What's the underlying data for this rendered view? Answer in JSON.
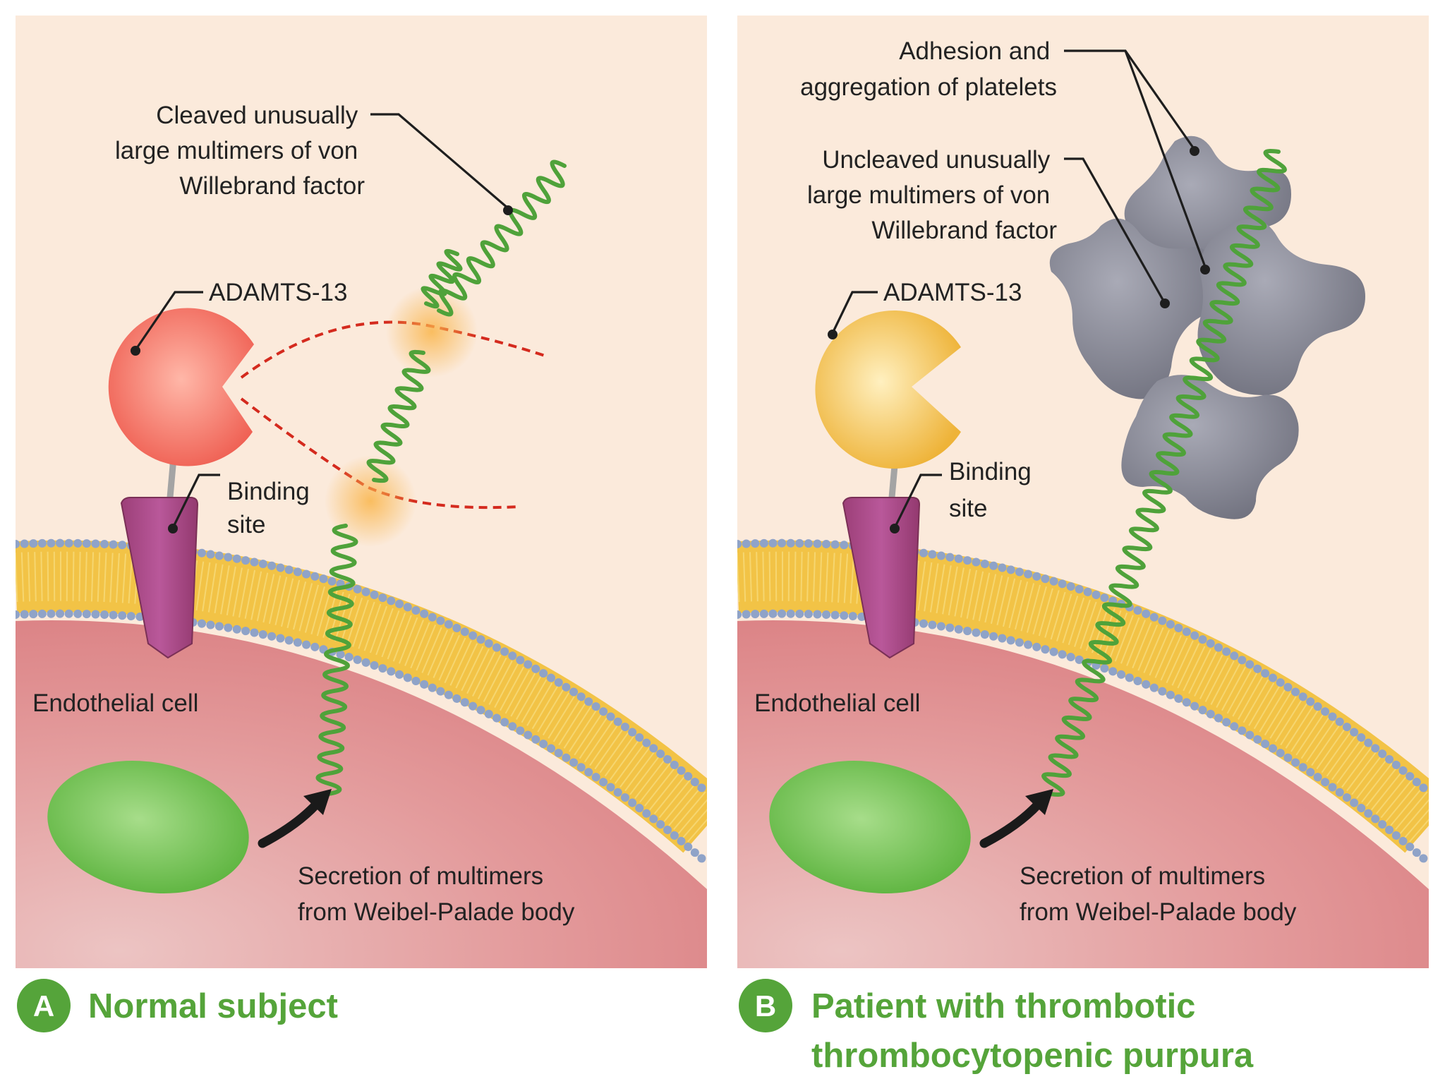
{
  "colors": {
    "background": "#fbeadb",
    "cytoplasm": "#df8a8b",
    "membrane_head": "#8fa3c8",
    "membrane_tail": "#f2c346",
    "vwf": "#4fa23a",
    "adamts_normal": "#f2766a",
    "adamts_ttp": "#f4c25a",
    "receptor": "#b0528e",
    "weibel_palade": "#7cc85e",
    "platelet": "#8b8c98",
    "cleavage_glow": "#f9b54a",
    "dashed": "#d42a1e",
    "caption": "#55a43a"
  },
  "panel_a": {
    "badge": "A",
    "caption": "Normal subject",
    "labels": {
      "cleaved": [
        "Cleaved unusually",
        "large multimers of von",
        "Willebrand factor"
      ],
      "adamts": "ADAMTS-13",
      "binding": [
        "Binding",
        "site"
      ],
      "cell": "Endothelial cell",
      "secretion": [
        "Secretion of multimers",
        "from Weibel-Palade body"
      ]
    }
  },
  "panel_b": {
    "badge": "B",
    "caption": [
      "Patient with thrombotic",
      "thrombocytopenic purpura"
    ],
    "labels": {
      "adhesion": [
        "Adhesion and",
        "aggregation of platelets"
      ],
      "uncleaved": [
        "Uncleaved unusually",
        "large multimers of von",
        "Willebrand factor"
      ],
      "adamts": "ADAMTS-13",
      "binding": [
        "Binding",
        "site"
      ],
      "cell": "Endothelial cell",
      "secretion": [
        "Secretion of multimers",
        "from Weibel-Palade body"
      ]
    }
  }
}
